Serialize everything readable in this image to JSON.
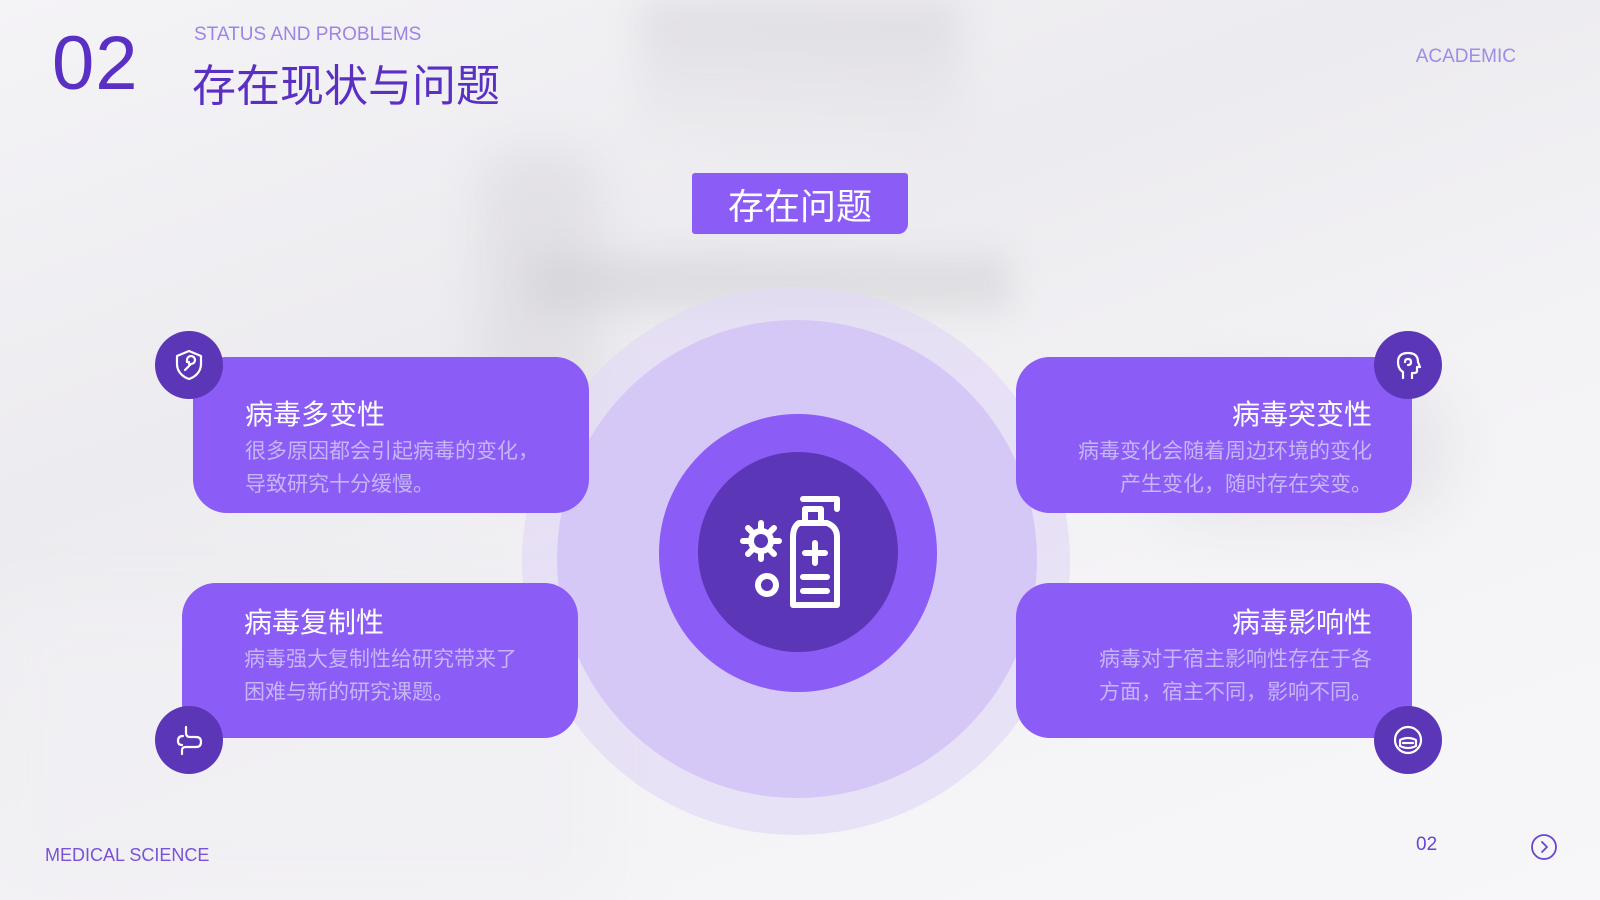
{
  "header": {
    "section_number": "02",
    "subtitle_en": "STATUS AND PROBLEMS",
    "title": "存在现状与问题",
    "corner_label": "ACADEMIC"
  },
  "center": {
    "badge_label": "存在问题",
    "icon": "sanitizer-gear-icon"
  },
  "cards": [
    {
      "title": "病毒多变性",
      "lines": [
        "很多原因都会引起病毒的变化，",
        "导致研究十分缓慢。"
      ],
      "icon": "shield-wrench-icon"
    },
    {
      "title": "病毒复制性",
      "lines": [
        "病毒强大复制性给研究带来了",
        "困难与新的研究课题。"
      ],
      "icon": "intestine-icon"
    },
    {
      "title": "病毒突变性",
      "lines": [
        "病毒变化会随着周边环境的变化",
        "产生变化，随时存在突变。"
      ],
      "icon": "head-profile-icon"
    },
    {
      "title": "病毒影响性",
      "lines": [
        "病毒对于宿主影响性存在于各",
        "方面，宿主不同，影响不同。"
      ],
      "icon": "face-mask-icon"
    }
  ],
  "footer": {
    "left_label": "MEDICAL SCIENCE",
    "page_number": "02",
    "next_icon": "chevron-right-circle-icon"
  },
  "colors": {
    "primary": "#8b5cf6",
    "dark": "#5b37b7",
    "title": "#5a2fc4"
  }
}
